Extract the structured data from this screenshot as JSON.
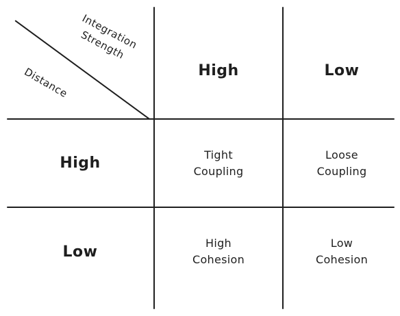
{
  "corner": {
    "column_axis_label": "Integration\nStrength",
    "row_axis_label": "Distance"
  },
  "columns": [
    {
      "label": "High"
    },
    {
      "label": "Low"
    }
  ],
  "rows": [
    {
      "label": "High",
      "cells": [
        "Tight\nCoupling",
        "Loose\nCoupling"
      ]
    },
    {
      "label": "Low",
      "cells": [
        "High\nCohesion",
        "Low\nCohesion"
      ]
    }
  ]
}
